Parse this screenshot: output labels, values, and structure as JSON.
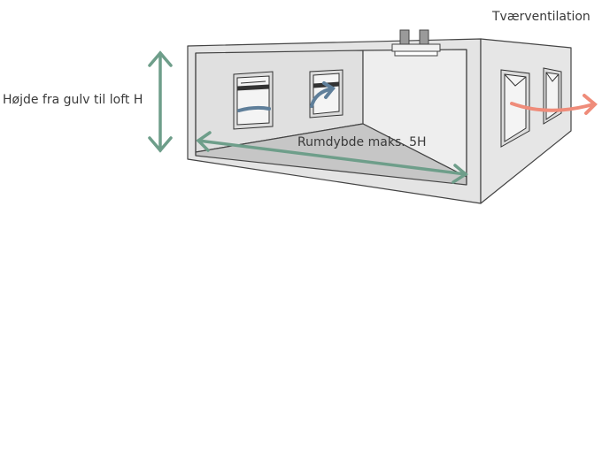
{
  "title": "Tværventilation",
  "labels": {
    "height": "Højde fra gulv til loft H",
    "depth": "Rumdybde maks. 5H"
  },
  "colors": {
    "dimension_arrow": "#6e9e8a",
    "airflow_in": "#5f7f9a",
    "airflow_out": "#ef8c7a",
    "wall": "#e9e9e9",
    "floor": "#c6c6c6",
    "outline": "#444444"
  },
  "icons": [
    "vent-unit-icon",
    "window-icon"
  ]
}
